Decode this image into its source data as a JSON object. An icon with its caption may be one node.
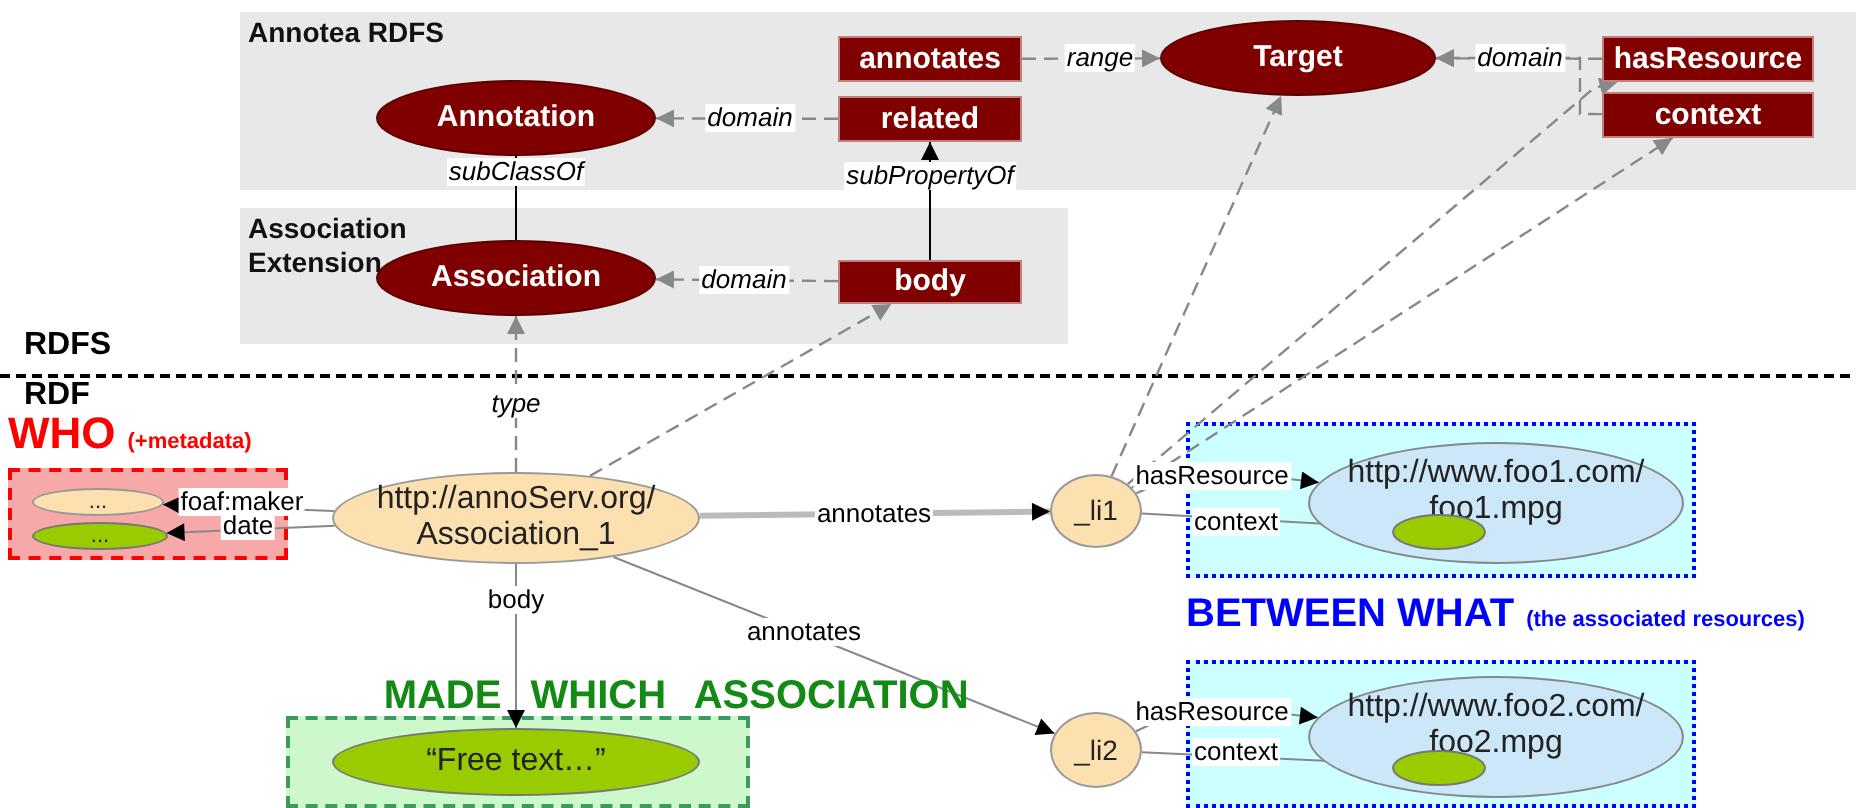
{
  "diagram": {
    "nodes": [
      {
        "text": [
          "Annotea RDFS"
        ]
      },
      {
        "text": [
          "Annotation"
        ],
        "in": 0
      },
      {
        "text": [
          "annotates"
        ],
        "in": 0
      },
      {
        "text": [
          "related"
        ],
        "in": 0
      },
      {
        "text": [
          "Target"
        ],
        "in": 0
      },
      {
        "text": [
          "hasResource"
        ],
        "in": 0
      },
      {
        "text": [
          "context"
        ],
        "in": 0
      },
      {
        "text": [
          "Association Extension"
        ]
      },
      {
        "text": [
          "Association"
        ],
        "in": 7
      },
      {
        "text": [
          "body"
        ],
        "in": 7
      },
      {
        "text": [
          "WHO",
          "(+metadata)"
        ]
      },
      {
        "text": [
          "..."
        ],
        "in": 10
      },
      {
        "text": [
          "..."
        ],
        "in": 10
      },
      {
        "text": [
          "http://annoServ.org/ Association_1"
        ]
      },
      {
        "text": [
          "MADE WHICH ASSOCIATION"
        ]
      },
      {
        "text": [
          "“Free text…”"
        ],
        "in": 14
      },
      {
        "text": [
          "_li1"
        ]
      },
      {
        "text": [
          "_li2"
        ]
      },
      {
        "text": [
          "BETWEEN WHAT",
          "(the associated resources)"
        ]
      },
      {
        "text": [
          "http://www.foo1.com/ foo1.mpg"
        ],
        "in": 18
      },
      {
        "text": [],
        "shape": "ellipse",
        "in": 19
      },
      {
        "text": [],
        "shape": "box"
      },
      {
        "text": [
          "http://www.foo2.com/ foo2.mpg"
        ],
        "in": 21
      },
      {
        "text": [],
        "shape": "ellipse",
        "in": 22
      }
    ],
    "edges": [
      {
        "from": 3,
        "to": 1,
        "arrow": "to",
        "label": "domain",
        "style": "dashed"
      },
      {
        "from": 2,
        "to": 4,
        "arrow": "to",
        "label": "range",
        "style": "dashed"
      },
      {
        "from": 5,
        "to": 4,
        "arrow": "to",
        "label": "domain",
        "style": "dashed"
      },
      {
        "from": 6,
        "to": 4,
        "arrow": "to",
        "style": "dashed"
      },
      {
        "from": 8,
        "to": 1,
        "arrow": "to",
        "label": "subClassOf",
        "color": "#000000"
      },
      {
        "from": 9,
        "to": 3,
        "arrow": "to",
        "label": "subPropertyOf",
        "color": "#000000"
      },
      {
        "from": 9,
        "to": 8,
        "arrow": "to",
        "label": "domain",
        "style": "dashed"
      },
      {
        "from": 13,
        "to": 8,
        "arrow": "to",
        "label": "type",
        "style": "dashed"
      },
      {
        "from": 13,
        "to": 9,
        "arrow": "to",
        "style": "dashed"
      },
      {
        "from": 13,
        "to": 11,
        "arrow": "to",
        "label": "foaf:maker"
      },
      {
        "from": 13,
        "to": 12,
        "arrow": "to",
        "label": "date"
      },
      {
        "from": 13,
        "to": 15,
        "arrow": "to",
        "label": "body"
      },
      {
        "from": 13,
        "to": 16,
        "arrow": "to",
        "label": "annotates",
        "style": "thick",
        "color": "#bbbbbb"
      },
      {
        "from": 13,
        "to": 17,
        "arrow": "to",
        "label": "annotates"
      },
      {
        "from": 16,
        "to": 4,
        "arrow": "to",
        "style": "dashed"
      },
      {
        "from": 16,
        "to": 5,
        "arrow": "to",
        "style": "dashed"
      },
      {
        "from": 16,
        "to": 6,
        "arrow": "to",
        "style": "dashed"
      },
      {
        "from": 16,
        "to": 19,
        "arrow": "to",
        "label": "hasResource"
      },
      {
        "from": 16,
        "to": 20,
        "arrow": "to",
        "label": "context"
      },
      {
        "from": 17,
        "to": 22,
        "arrow": "to",
        "label": "hasResource"
      },
      {
        "from": 17,
        "to": 23,
        "arrow": "to",
        "label": "context"
      }
    ],
    "labels": [
      "RDFS",
      "RDF"
    ]
  }
}
